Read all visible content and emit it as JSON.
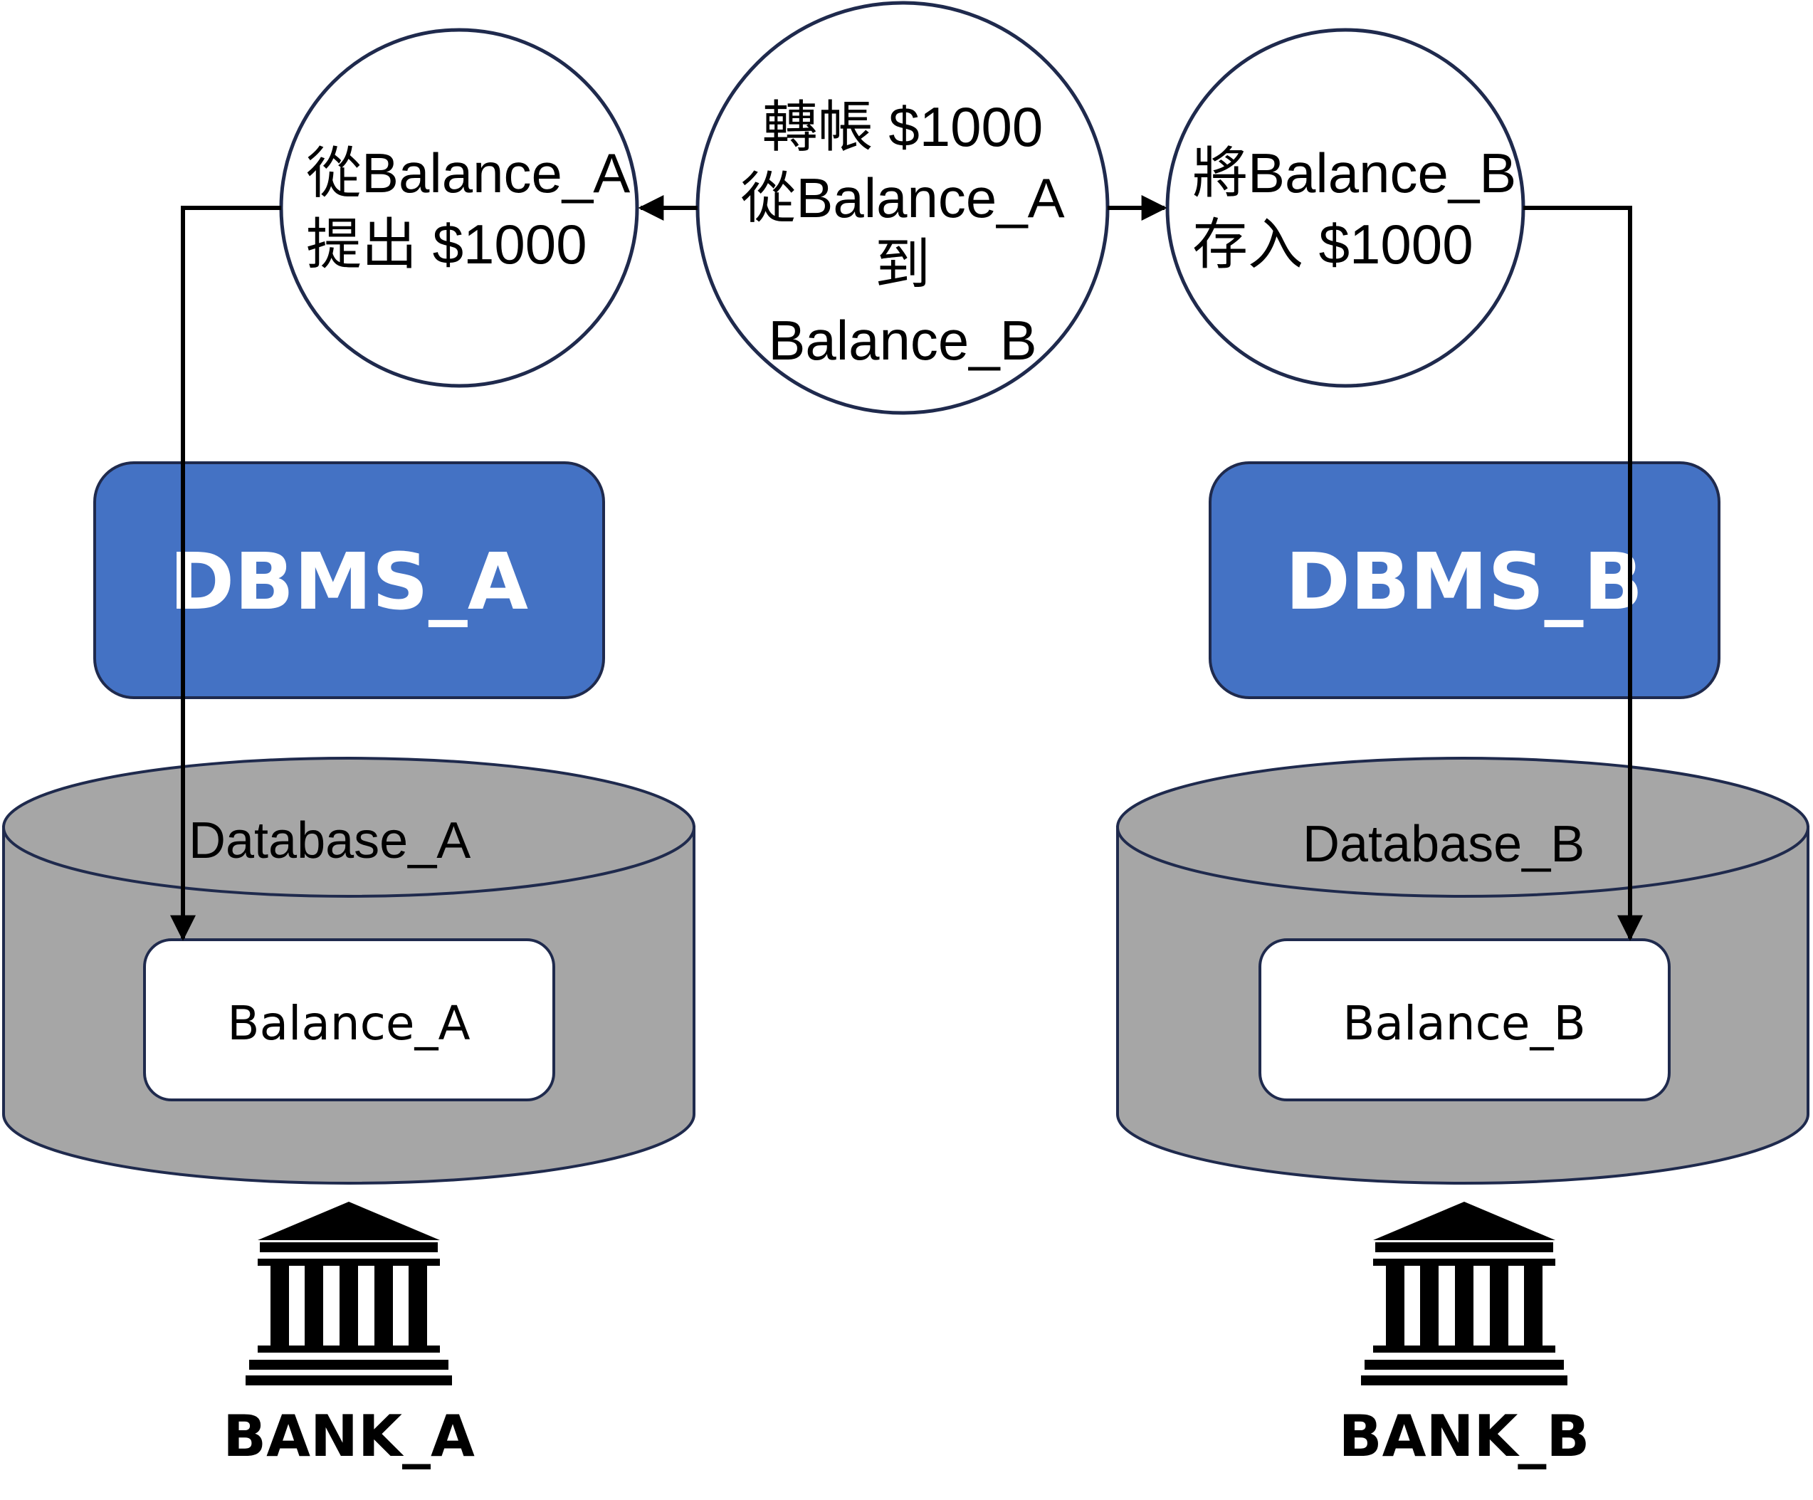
{
  "colors": {
    "outline": "#1f2a4d",
    "dbms_fill": "#4472c4",
    "cylinder_fill": "#a6a6a6",
    "arrow": "#000000"
  },
  "circles": {
    "withdraw": {
      "line1": "從Balance_A",
      "line2": "提出 $1000"
    },
    "transfer": {
      "line1": "轉帳 $1000",
      "line2": "從Balance_A",
      "line3": "到",
      "line4": "Balance_B"
    },
    "deposit": {
      "line1": "將Balance_B",
      "line2": "存入 $1000"
    }
  },
  "dbms": {
    "a": "DBMS_A",
    "b": "DBMS_B"
  },
  "databases": {
    "a": {
      "label": "Database_A",
      "record": "Balance_A"
    },
    "b": {
      "label": "Database_B",
      "record": "Balance_B"
    }
  },
  "banks": {
    "a": {
      "label": "BANK_A",
      "icon": "bank-icon"
    },
    "b": {
      "label": "BANK_B",
      "icon": "bank-icon"
    }
  }
}
